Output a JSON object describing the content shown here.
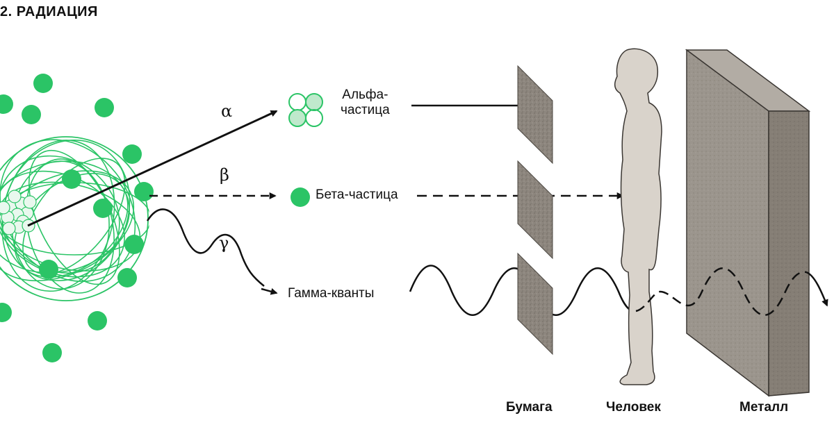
{
  "title": "2. РАДИАЦИЯ",
  "colors": {
    "atom_green": "#2bc466",
    "ink": "#111111",
    "paper": "#8c857d",
    "metal_front": "#9a948c",
    "metal_side": "#837c73",
    "human": "#d6d0c8"
  },
  "rays": {
    "alpha": {
      "symbol": "α",
      "label_line1": "Альфа-",
      "label_line2": "частица"
    },
    "beta": {
      "symbol": "β",
      "label": "Бета-частица"
    },
    "gamma": {
      "symbol": "γ",
      "label": "Гамма-кванты"
    }
  },
  "barriers": {
    "paper": "Бумага",
    "human": "Человек",
    "metal": "Металл"
  }
}
